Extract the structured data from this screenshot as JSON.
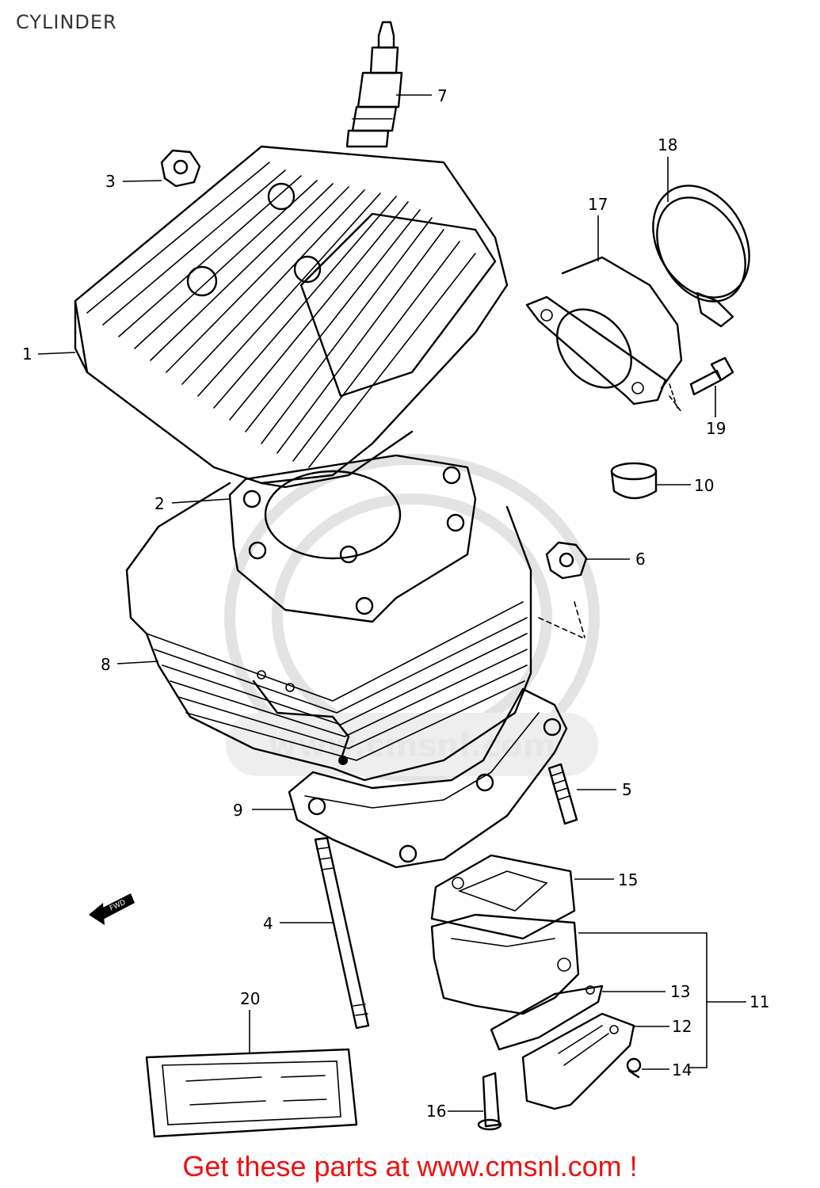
{
  "title": "CYLINDER",
  "footer": "Get these parts at www.cmsnl.com !",
  "callouts": [
    "1",
    "2",
    "3",
    "4",
    "5",
    "6",
    "7",
    "8",
    "9",
    "10",
    "11",
    "12",
    "13",
    "14",
    "15",
    "16",
    "17",
    "18",
    "19",
    "20"
  ],
  "fwd_marker": "FWD",
  "watermark": "www.cmsnl.com",
  "colors": {
    "footer_text": "#ee1111",
    "line_art": "#000000",
    "watermark": "#e3e3e3"
  }
}
